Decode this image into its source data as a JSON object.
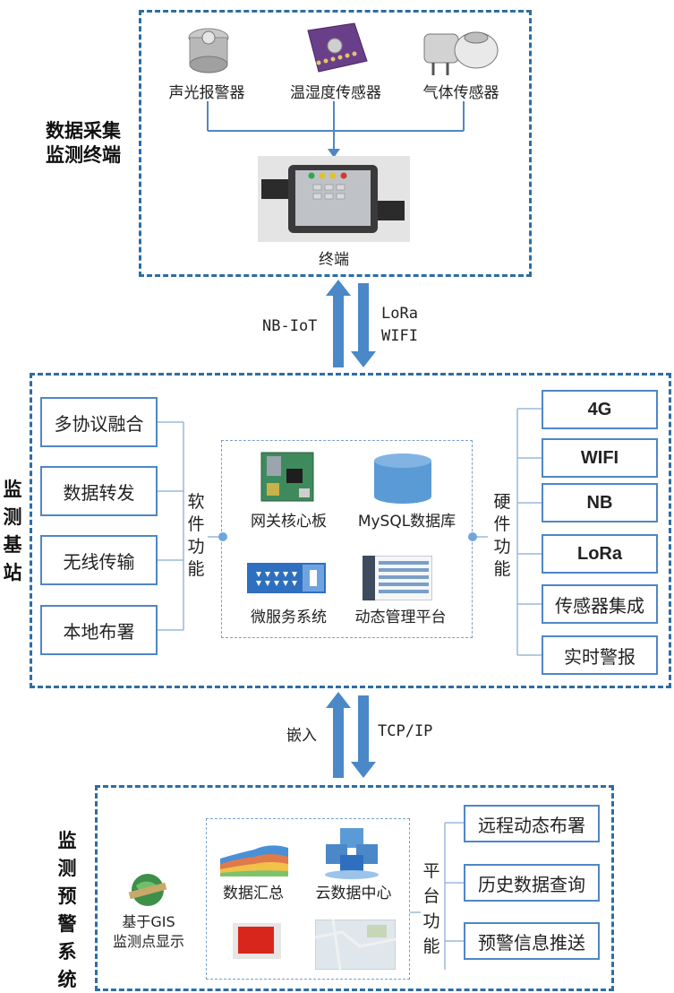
{
  "top": {
    "title_lines": [
      "数据采集",
      "监测终端"
    ],
    "sensors": [
      "声光报警器",
      "温湿度传感器",
      "气体传感器"
    ],
    "terminal_label": "终端"
  },
  "link1": {
    "up_label": "NB-IoT",
    "down_label_lines": [
      "LoRa",
      "WIFI"
    ]
  },
  "station": {
    "title_chars": [
      "监",
      "测",
      "基",
      "站"
    ],
    "software_items": [
      "多协议融合",
      "数据转发",
      "无线传输",
      "本地布署"
    ],
    "software_label_chars": [
      "软",
      "件",
      "功",
      "能"
    ],
    "core_items": [
      "网关核心板",
      "MySQL数据库",
      "微服务系统",
      "动态管理平台"
    ],
    "hardware_label_chars": [
      "硬",
      "件",
      "功",
      "能"
    ],
    "hardware_items": [
      "4G",
      "WIFI",
      "NB",
      "LoRa",
      "传感器集成",
      "实时警报"
    ]
  },
  "link2": {
    "up_label": "嵌入",
    "down_label": "TCP/IP"
  },
  "warning": {
    "title_chars": [
      "监",
      "测",
      "预",
      "警",
      "系",
      "统"
    ],
    "gis_lines": [
      "基于GIS",
      "监测点显示"
    ],
    "center_items": [
      "数据汇总",
      "云数据中心"
    ],
    "platform_label_chars": [
      "平",
      "台",
      "功",
      "能"
    ],
    "platform_items": [
      "远程动态布署",
      "历史数据查询",
      "预警信息推送"
    ]
  },
  "colors": {
    "border": "#2e6da4",
    "arrow": "#4a88c8",
    "line": "#4f86c6"
  }
}
